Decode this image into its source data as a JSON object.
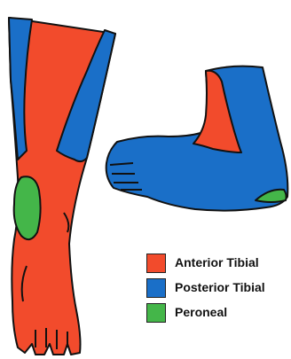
{
  "colors": {
    "anterior_tibial": "#f24b2c",
    "posterior_tibial": "#1a6fc8",
    "peroneal": "#44b649",
    "outline": "#111111"
  },
  "legend": {
    "items": [
      {
        "label": "Anterior Tibial",
        "color": "#f24b2c"
      },
      {
        "label": "Posterior Tibial",
        "color": "#1a6fc8"
      },
      {
        "label": "Peroneal",
        "color": "#44b649"
      }
    ]
  }
}
